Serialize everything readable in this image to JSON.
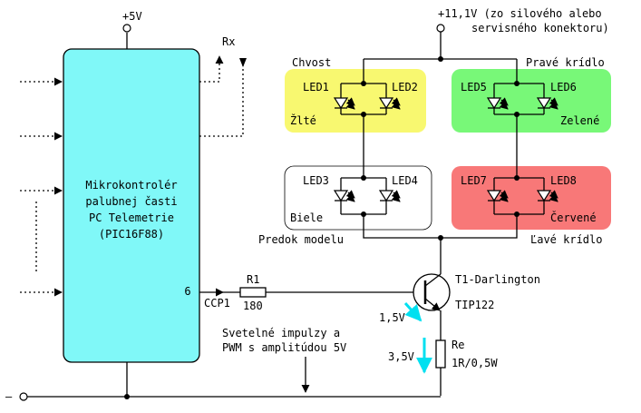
{
  "supply_5v": "+5V",
  "supply_11v_line1": "+11,1V (zo silového alebo",
  "supply_11v_line2": "servisného konektoru)",
  "rx_label": "Rx",
  "mcu": {
    "line1": "Mikrokontrolér",
    "line2": "palubnej časti",
    "line3": "PC Telemetrie",
    "line4": "(PIC16F88)",
    "pin_number": "6",
    "pin_name": "CCP1"
  },
  "resistor_r1": {
    "name": "R1",
    "value": "180"
  },
  "pulse_text_line1": "Svetelné impulzy a",
  "pulse_text_line2": "PWM s amplitúdou 5V",
  "transistor": {
    "name": "T1-Darlington",
    "part": "TIP122"
  },
  "resistor_re": {
    "name": "Re",
    "value": "1R/0,5W"
  },
  "voltage_be": "1,5V",
  "voltage_re": "3,5V",
  "ground_label": "–",
  "groups": {
    "tail": {
      "title": "Chvost",
      "led_a": "LED1",
      "led_b": "LED2",
      "color_name": "Žlté",
      "fill": "#f8f870"
    },
    "right_wing": {
      "title": "Pravé krídlo",
      "led_a": "LED5",
      "led_b": "LED6",
      "color_name": "Zelené",
      "fill": "#78f878"
    },
    "front": {
      "title": "Predok modelu",
      "led_a": "LED3",
      "led_b": "LED4",
      "color_name": "Biele",
      "fill": "#ffffff"
    },
    "left_wing": {
      "title": "Ľavé krídlo",
      "led_a": "LED7",
      "led_b": "LED8",
      "color_name": "Červené",
      "fill": "#f87878"
    }
  },
  "colors": {
    "mcu_fill": "#80f8f8",
    "arrow_cyan": "#00e0f0"
  }
}
